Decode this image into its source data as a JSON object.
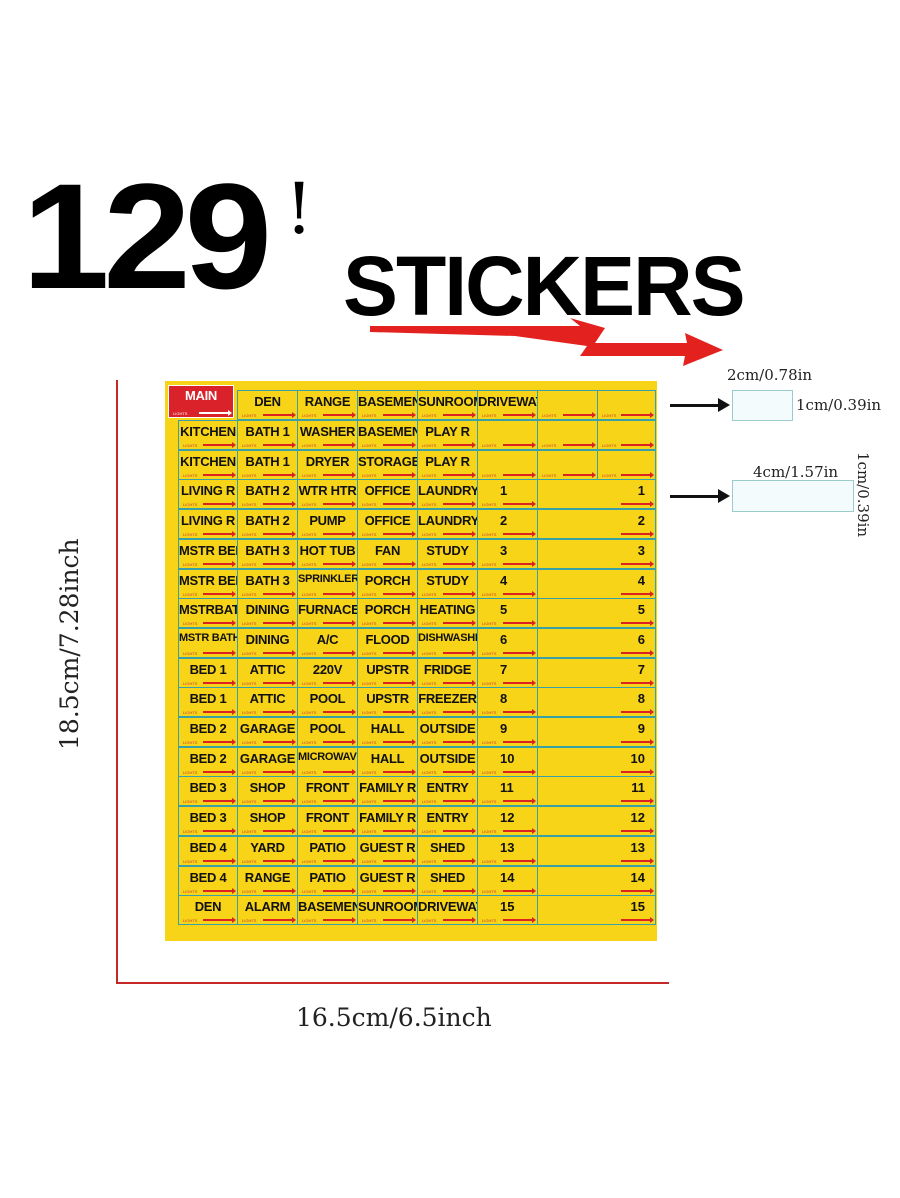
{
  "headline": {
    "count": "129",
    "exclaim": "!",
    "word": "STICKERS"
  },
  "colors": {
    "sheet": "#f7d418",
    "main": "#d9222a",
    "accent": "#d22",
    "dimension_line": "#c62828"
  },
  "sheet": {
    "main_label": "MAIN",
    "lights_label": "LIGHTS",
    "top_row": [
      "DEN",
      "RANGE",
      "BASEMENT",
      "SUNROOM",
      "DRIVEWAY",
      "",
      ""
    ],
    "rows": [
      [
        "KITCHEN",
        "BATH 1",
        "WASHER",
        "BASEMENT",
        "PLAY R",
        "",
        "",
        ""
      ],
      [
        "KITCHEN",
        "BATH 1",
        "DRYER",
        "STORAGE",
        "PLAY R",
        "",
        "",
        ""
      ],
      [
        "LIVING R",
        "BATH 2",
        "WTR HTR",
        "OFFICE",
        "LAUNDRYR",
        "1",
        "1"
      ],
      [
        "LIVING R",
        "BATH 2",
        "PUMP",
        "OFFICE",
        "LAUNDRYR",
        "2",
        "2"
      ],
      [
        "MSTR BED",
        "BATH 3",
        "HOT TUB",
        "FAN",
        "STUDY",
        "3",
        "3"
      ],
      [
        "MSTR BED",
        "BATH 3",
        "SPRINKLERS",
        "PORCH",
        "STUDY",
        "4",
        "4"
      ],
      [
        "MSTRBATH",
        "DINING",
        "FURNACE",
        "PORCH",
        "HEATING",
        "5",
        "5"
      ],
      [
        "MSTR BATH",
        "DINING",
        "A/C",
        "FLOOD",
        "DISHWASHER",
        "6",
        "6"
      ],
      [
        "BED 1",
        "ATTIC",
        "220V",
        "UPSTR",
        "FRIDGE",
        "7",
        "7"
      ],
      [
        "BED 1",
        "ATTIC",
        "POOL",
        "UPSTR",
        "FREEZER",
        "8",
        "8"
      ],
      [
        "BED 2",
        "GARAGE",
        "POOL",
        "HALL",
        "OUTSIDE",
        "9",
        "9"
      ],
      [
        "BED 2",
        "GARAGE",
        "MICROWAVE",
        "HALL",
        "OUTSIDE",
        "10",
        "10"
      ],
      [
        "BED 3",
        "SHOP",
        "FRONT",
        "FAMILY R",
        "ENTRY",
        "11",
        "11"
      ],
      [
        "BED 3",
        "SHOP",
        "FRONT",
        "FAMILY R",
        "ENTRY",
        "12",
        "12"
      ],
      [
        "BED 4",
        "YARD",
        "PATIO",
        "GUEST R",
        "SHED",
        "13",
        "13"
      ],
      [
        "BED 4",
        "RANGE",
        "PATIO",
        "GUEST R",
        "SHED",
        "14",
        "14"
      ],
      [
        "DEN",
        "ALARM",
        "BASEMENT",
        "SUNROOM",
        "DRIVEWAY",
        "15",
        "15"
      ]
    ]
  },
  "sizes": {
    "small_width": "2cm/0.78in",
    "small_height": "1cm/0.39in",
    "large_width": "4cm/1.57in",
    "large_height": "1cm/0.39in"
  },
  "dimensions": {
    "height": "18.5cm/7.28inch",
    "width": "16.5cm/6.5inch"
  }
}
